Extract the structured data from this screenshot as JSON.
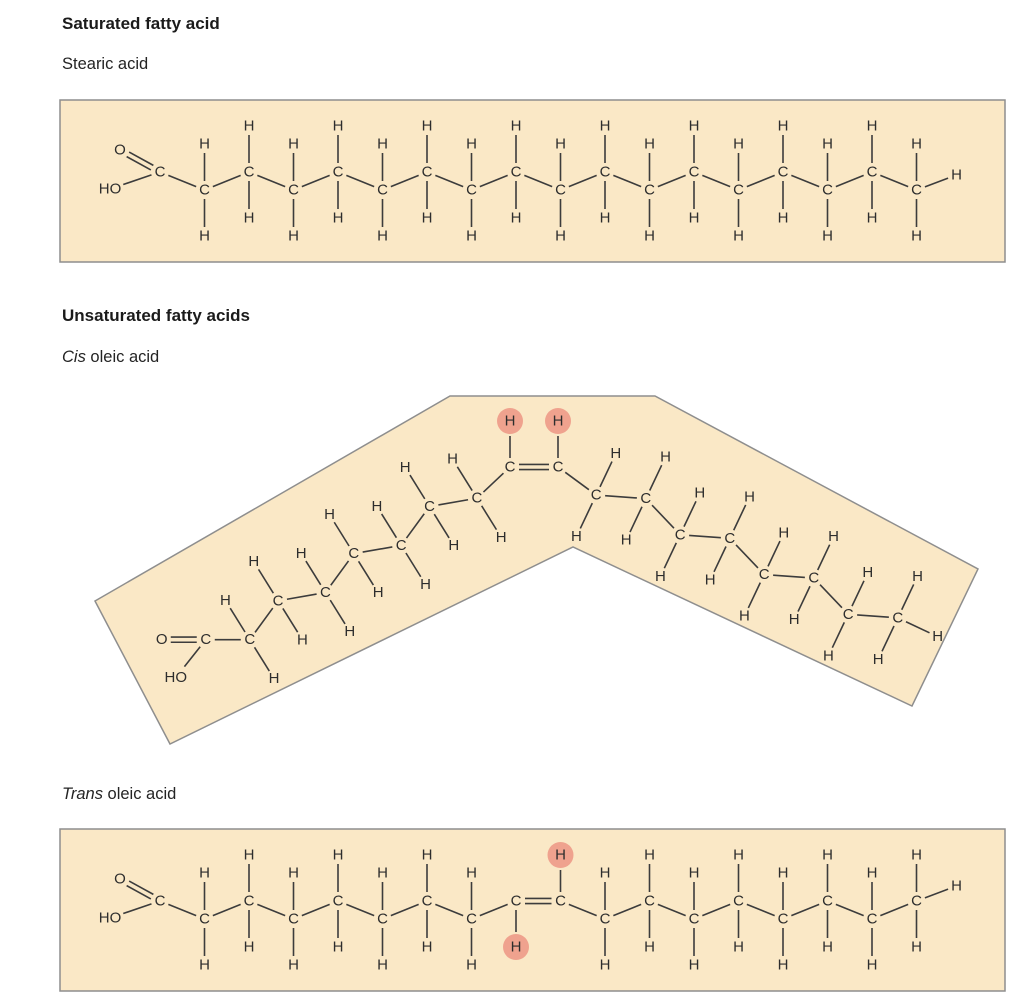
{
  "headings": {
    "saturated_title": "Saturated fatty acid",
    "saturated_subtitle": "Stearic acid",
    "unsaturated_title": "Unsaturated fatty acids",
    "cis_label_italic": "Cis",
    "cis_label_rest": " oleic acid",
    "trans_label_italic": "Trans",
    "trans_label_rest": " oleic acid"
  },
  "symbols": {
    "carbon": "C",
    "hydrogen": "H",
    "oxygen": "O",
    "hydroxyl": "HO"
  },
  "colors": {
    "band_fill": "#fae8c6",
    "band_border": "#8e8e8e",
    "bond": "#3c3c3c",
    "atom_text": "#2d2d2d",
    "highlight_fill": "#efa28e"
  },
  "molecules": {
    "stearic": {
      "label": "Stearic acid",
      "shape": "straight",
      "carbons": 18,
      "double_bond": null,
      "highlighted_hydrogens": 0
    },
    "cis_oleic": {
      "label": "Cis oleic acid",
      "shape": "bent",
      "carbons": 18,
      "double_bond": {
        "carbons": [
          9,
          10
        ],
        "geometry": "cis"
      },
      "highlighted_hydrogens": 2
    },
    "trans_oleic": {
      "label": "Trans oleic acid",
      "shape": "straight",
      "carbons": 18,
      "double_bond": {
        "carbons": [
          9,
          10
        ],
        "geometry": "trans"
      },
      "highlighted_hydrogens": 2
    }
  }
}
